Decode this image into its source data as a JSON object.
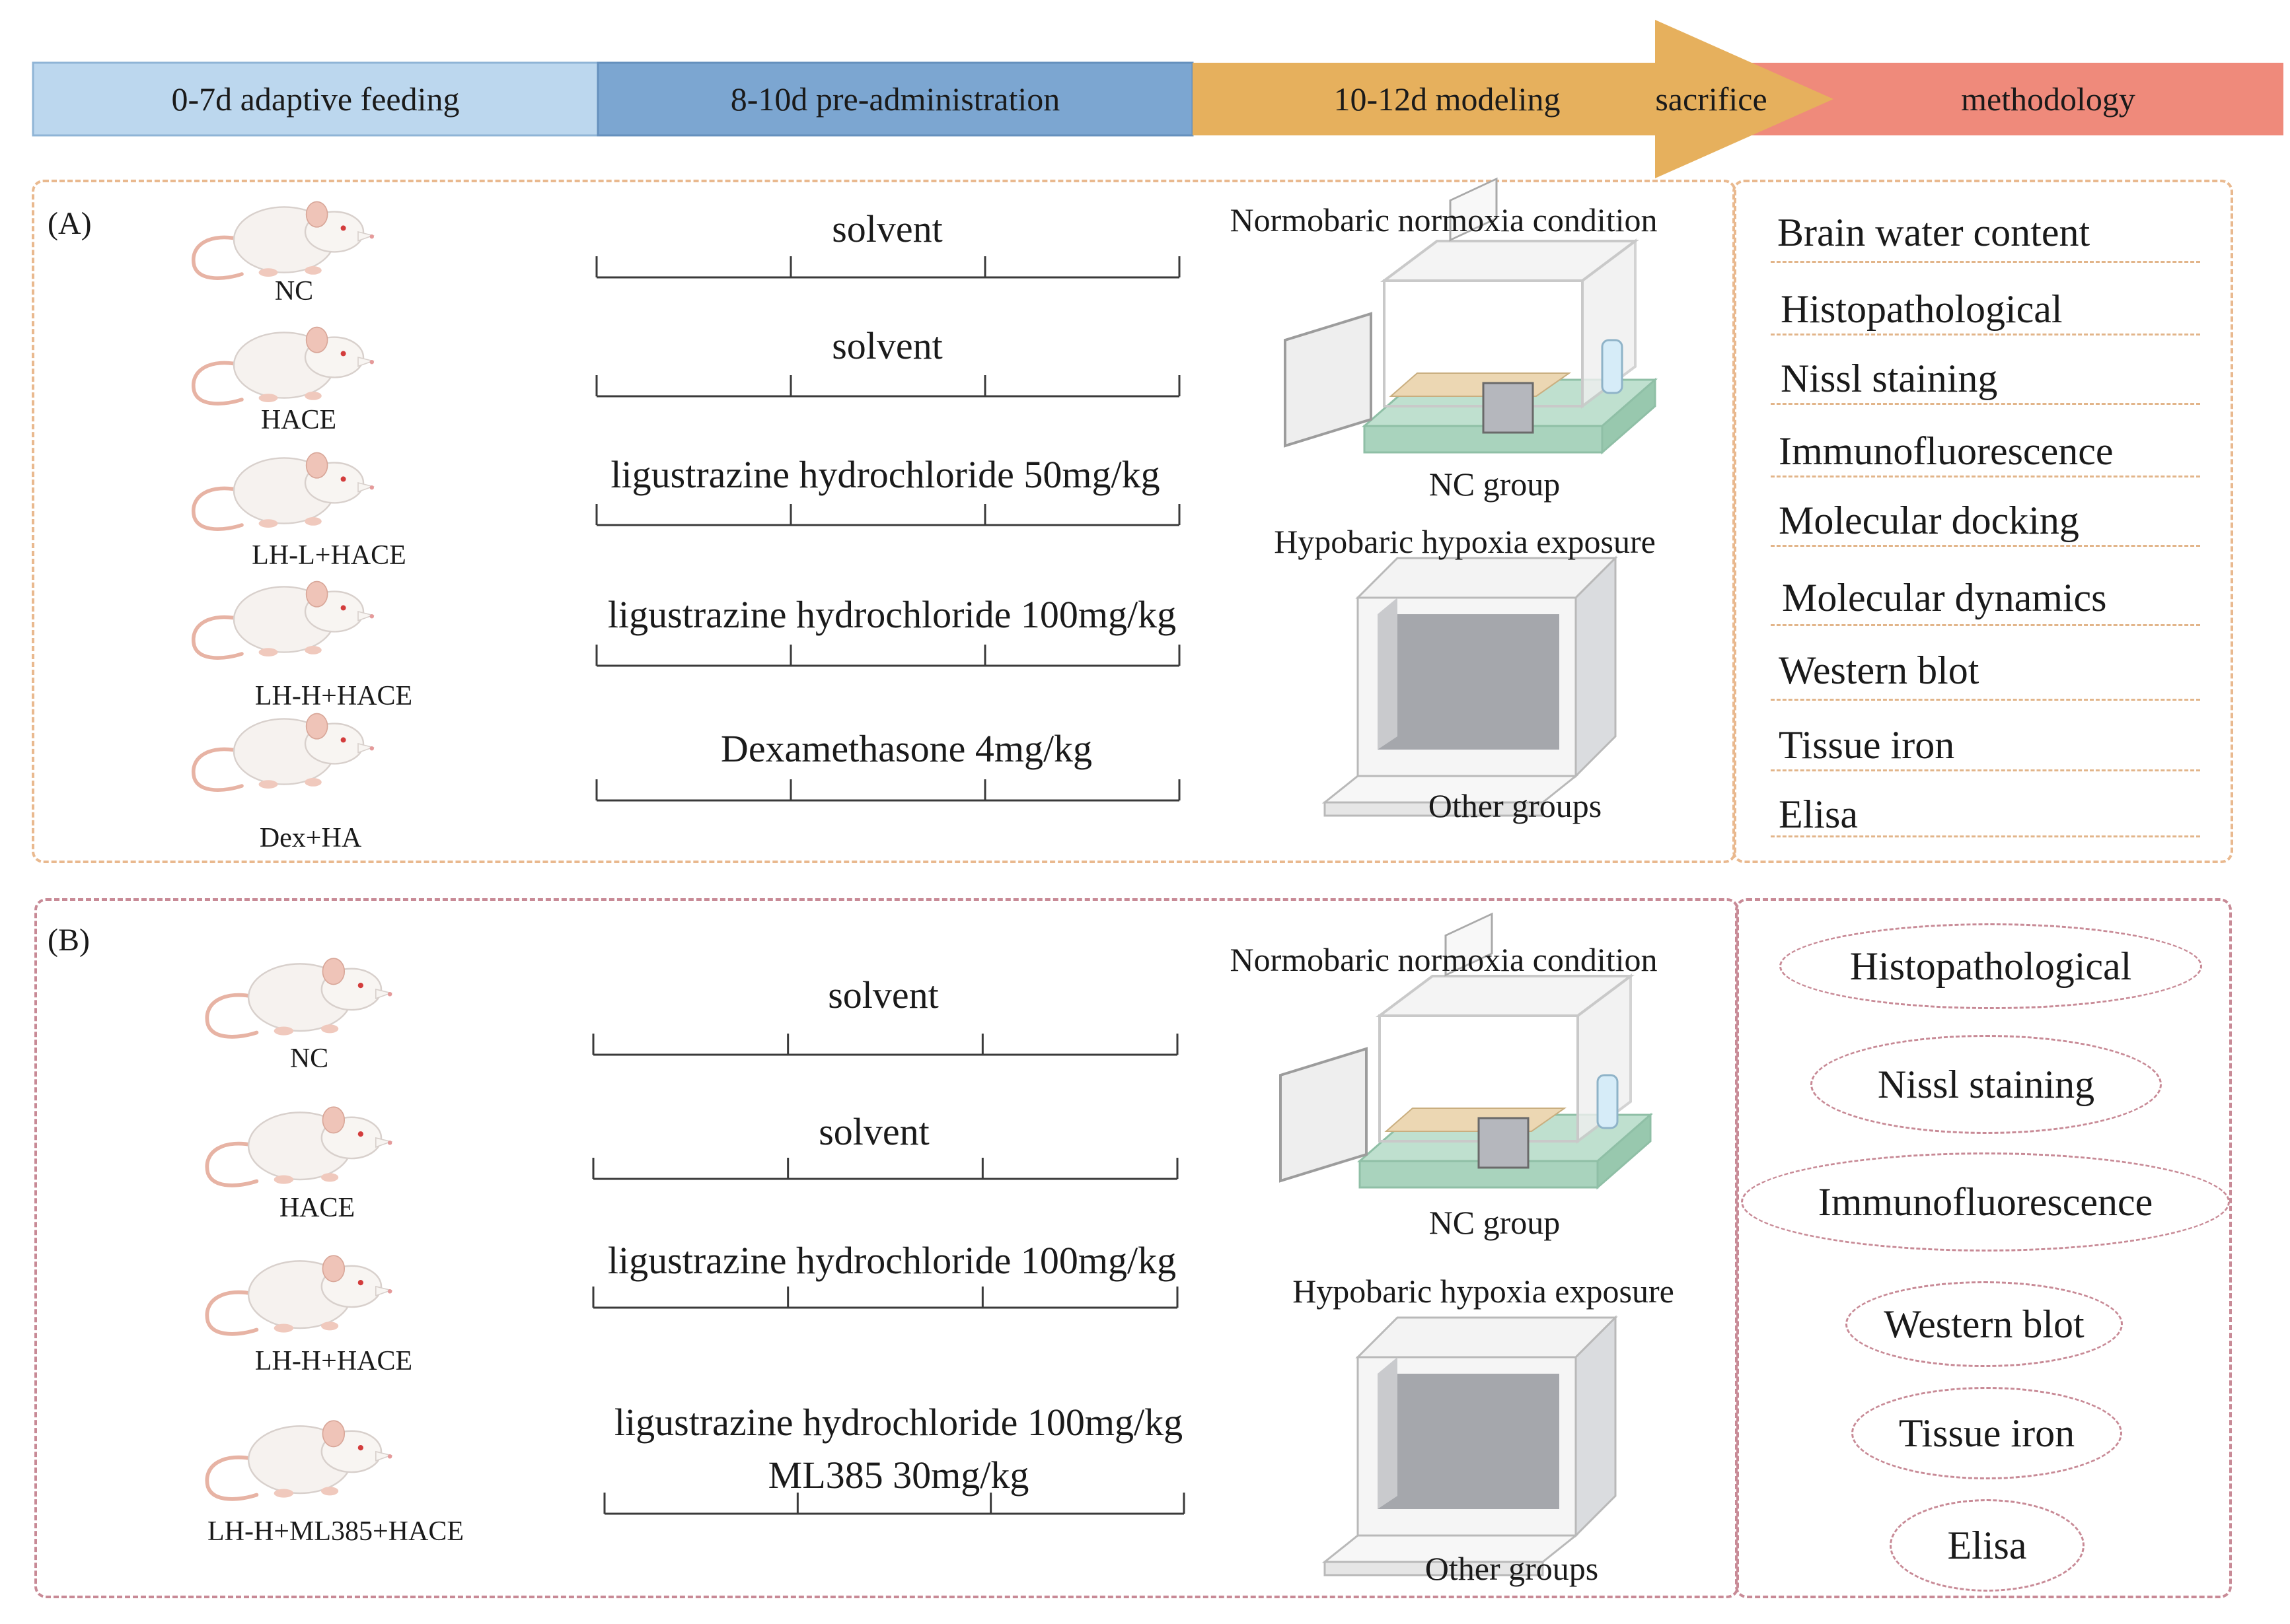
{
  "timeline": {
    "phases": [
      {
        "label": "0-7d adaptive  feeding",
        "color": "#bcd7ee"
      },
      {
        "label": "8-10d pre-administration",
        "color": "#7ca6d1"
      },
      {
        "label": "10-12d modeling",
        "color": "#e6b05d"
      },
      {
        "label": "sacrifice",
        "color": "#e6b05d"
      },
      {
        "label": "methodology",
        "color": "#ef8a7b"
      }
    ]
  },
  "panel_a": {
    "tag": "(A)",
    "border_color": "#e9b98f",
    "groups": [
      {
        "name": "NC",
        "treatment": "solvent"
      },
      {
        "name": "HACE",
        "treatment": "solvent"
      },
      {
        "name": "LH-L+HACE",
        "treatment": "ligustrazine hydrochloride   50mg/kg"
      },
      {
        "name": "LH-H+HACE",
        "treatment": "ligustrazine hydrochloride   100mg/kg"
      },
      {
        "name": "Dex+HA",
        "treatment": "Dexamethasone 4mg/kg"
      }
    ],
    "normoxia_title": "Normobaric  normoxia condition",
    "normoxia_group": "NC  group",
    "hypoxia_title": "Hypobaric hypoxia exposure",
    "hypoxia_group": "Other  groups",
    "methods": [
      "Brain water content",
      "Histopathological",
      "Nissl staining",
      "Immunofluorescence",
      "Molecular docking",
      "Molecular dynamics",
      "Western blot",
      "Tissue iron",
      "Elisa"
    ]
  },
  "panel_b": {
    "tag": "(B)",
    "border_color": "#c88a96",
    "groups": [
      {
        "name": "NC",
        "treatment": "solvent",
        "treatment2": ""
      },
      {
        "name": "HACE",
        "treatment": "solvent",
        "treatment2": ""
      },
      {
        "name": "LH-H+HACE",
        "treatment": "ligustrazine hydrochloride   100mg/kg",
        "treatment2": ""
      },
      {
        "name": "LH-H+ML385+HACE",
        "treatment": "ligustrazine hydrochloride   100mg/kg",
        "treatment2": "ML385    30mg/kg"
      }
    ],
    "normoxia_title": "Normobaric  normoxia condition",
    "normoxia_group": "NC  group",
    "hypoxia_title": "Hypobaric hypoxia exposure",
    "hypoxia_group": "Other groups",
    "methods": [
      "Histopathological",
      "Nissl staining",
      "Immunofluorescence",
      "Western blot",
      "Tissue iron",
      "Elisa"
    ]
  }
}
